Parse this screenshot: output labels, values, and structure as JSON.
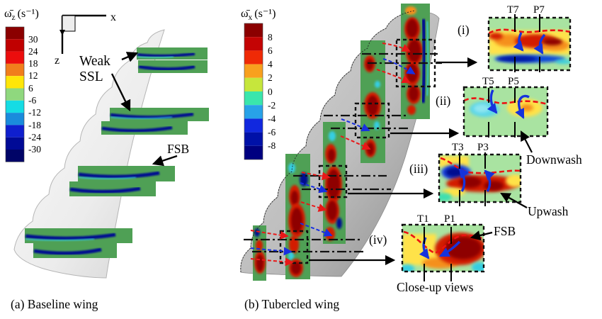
{
  "colors": {
    "slice-green": "#4FA055",
    "closeup-green": "#A9E3A1",
    "contour-red": "#D31A00",
    "contour-darkred": "#8E0000",
    "contour-navy": "#001090",
    "contour-cyan": "#35CEE2",
    "contour-orange": "#F5901E",
    "contour-yellow": "#FFE24A",
    "dash-red": "#EC1212",
    "arrow-blue": "#1633DC"
  },
  "colorbar_z": {
    "title_symbol": "ω̄",
    "title_sub": "z",
    "title_unit": "(s⁻¹)",
    "tick_labels": [
      "30",
      "24",
      "18",
      "12",
      "6",
      "-6",
      "-12",
      "-18",
      "-24",
      "-30"
    ],
    "band_colors": [
      "#8B0000",
      "#C00000",
      "#EC0D0D",
      "#F17E1C",
      "#FFE608",
      "#8FD87E",
      "#15DCE4",
      "#1A8BDC",
      "#0F1FCE",
      "#000A96",
      "#000467"
    ]
  },
  "colorbar_x": {
    "title_symbol": "ω̄",
    "title_sub": "x",
    "title_unit": "(s⁻¹)",
    "tick_labels": [
      "8",
      "6",
      "4",
      "2",
      "0",
      "-2",
      "-4",
      "-6",
      "-8"
    ],
    "band_colors": [
      "#8B0000",
      "#C40404",
      "#EF2A06",
      "#F8A01E",
      "#C6E63C",
      "#3AE6AC",
      "#28A2E8",
      "#1128DF",
      "#0011A8",
      "#000080"
    ]
  },
  "axes": {
    "x_label": "x",
    "z_label": "z"
  },
  "baseline": {
    "caption": "(a) Baseline wing",
    "weak_ssl_line1": "Weak",
    "weak_ssl_line2": "SSL",
    "fsb_label": "FSB"
  },
  "tubercled": {
    "caption": "(b) Tubercled wing"
  },
  "closeups": {
    "caption": "Close-up views",
    "i": {
      "label": "(i)",
      "t": "T7",
      "p": "P7"
    },
    "ii": {
      "label": "(ii)",
      "t": "T5",
      "p": "P5"
    },
    "iii": {
      "label": "(iii)",
      "t": "T3",
      "p": "P3"
    },
    "iv": {
      "label": "(iv)",
      "t": "T1",
      "p": "P1"
    },
    "downwash_label": "Downwash",
    "upwash_label": "Upwash",
    "fsb_label": "FSB"
  }
}
